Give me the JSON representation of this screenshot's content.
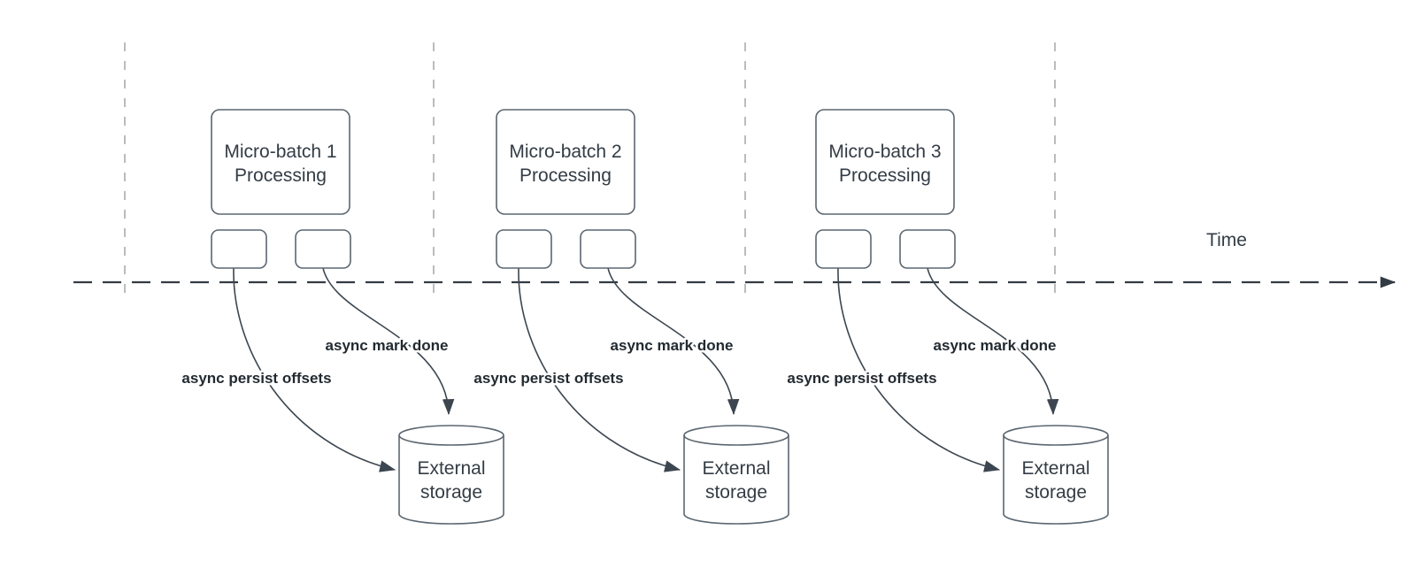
{
  "diagram": {
    "background": "#ffffff",
    "colors": {
      "shape_stroke": "#5b6670",
      "connector_stroke": "#3c4650",
      "gridline_stroke": "#a8abaf",
      "axis_stroke": "#333b43",
      "title_text": "#333c45",
      "label_text": "#222a31"
    },
    "timeline": {
      "label": "Time"
    },
    "batches": [
      {
        "title_line1": "Micro-batch 1",
        "title_line2": "Processing",
        "persist_arrow_label": "async persist offsets",
        "mark_arrow_label": "async mark done",
        "storage_line1": "External",
        "storage_line2": "storage"
      },
      {
        "title_line1": "Micro-batch 2",
        "title_line2": "Processing",
        "persist_arrow_label": "async persist offsets",
        "mark_arrow_label": "async mark done",
        "storage_line1": "External",
        "storage_line2": "storage"
      },
      {
        "title_line1": "Micro-batch 3",
        "title_line2": "Processing",
        "persist_arrow_label": "async persist offsets",
        "mark_arrow_label": "async mark done",
        "storage_line1": "External",
        "storage_line2": "storage"
      }
    ]
  }
}
